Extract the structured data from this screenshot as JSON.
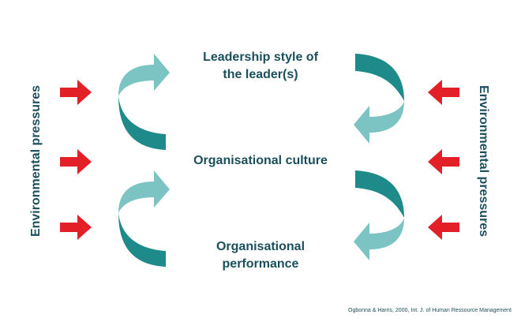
{
  "diagram": {
    "nodes": {
      "leadership": {
        "line1": "Leadership style of",
        "line2": "the leader(s)"
      },
      "culture": "Organisational culture",
      "performance": {
        "line1": "Organisational",
        "line2": "performance"
      }
    },
    "side_label_left": "Environmental pressures",
    "side_label_right": "Environmental pressures",
    "citation": "Ogbonna & Harris, 2000, Int. J. of Human Ressource Management"
  },
  "colors": {
    "pressure_arrow": "#e32028",
    "band_dark": "#1f8a8a",
    "band_light": "#7cc3c3",
    "text": "#1b4f5c"
  }
}
